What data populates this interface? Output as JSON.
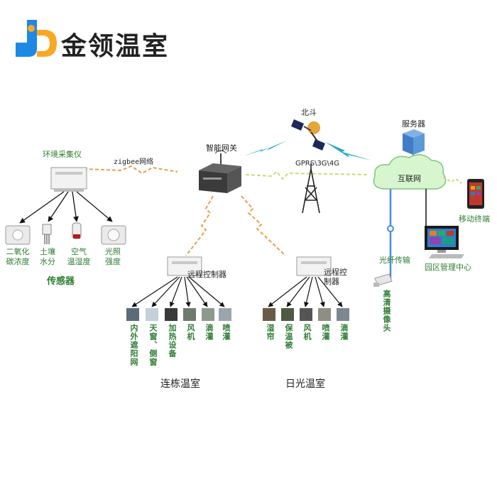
{
  "logo": {
    "letters": "JD",
    "name": "金领温室",
    "colors": {
      "blue": "#1e88e5",
      "orange": "#f9a825"
    }
  },
  "nodes": {
    "beidou": "北斗",
    "server": "服务器",
    "gateway": "智能网关",
    "collector": "环境采集仪",
    "zigbee": "zigbee网络",
    "gprs": "GPRS\\3G\\4G",
    "internet": "互联网",
    "mobile": "移动终端",
    "fiber": "光纤传输",
    "park_center": "园区管理中心",
    "camera": "高清摄像头",
    "remote_controller_1": "远程控制器",
    "remote_controller_2": "远程\n控制\n器"
  },
  "sensors": {
    "co2": "二氧化\n碳浓度",
    "soil": "土壤\n水分",
    "air": "空气\n温湿度",
    "light": "光照\n强度",
    "group_label": "传感器"
  },
  "greenhouse_1": {
    "label": "连栋温室",
    "devices": [
      "内外遮阳网",
      "天窗、侧窗",
      "加热设备",
      "风机",
      "滴灌",
      "喷灌"
    ]
  },
  "greenhouse_2": {
    "label": "日光温室",
    "devices": [
      "湿帘",
      "保温被",
      "风机",
      "喷灌",
      "滴灌"
    ]
  },
  "colors": {
    "label_green": "#2e7d32",
    "link_orange": "#e8a04a",
    "link_blue": "#29a9c9",
    "cloud_fill": "#d7f6cf",
    "fiber_blue": "#4a8fd8"
  }
}
